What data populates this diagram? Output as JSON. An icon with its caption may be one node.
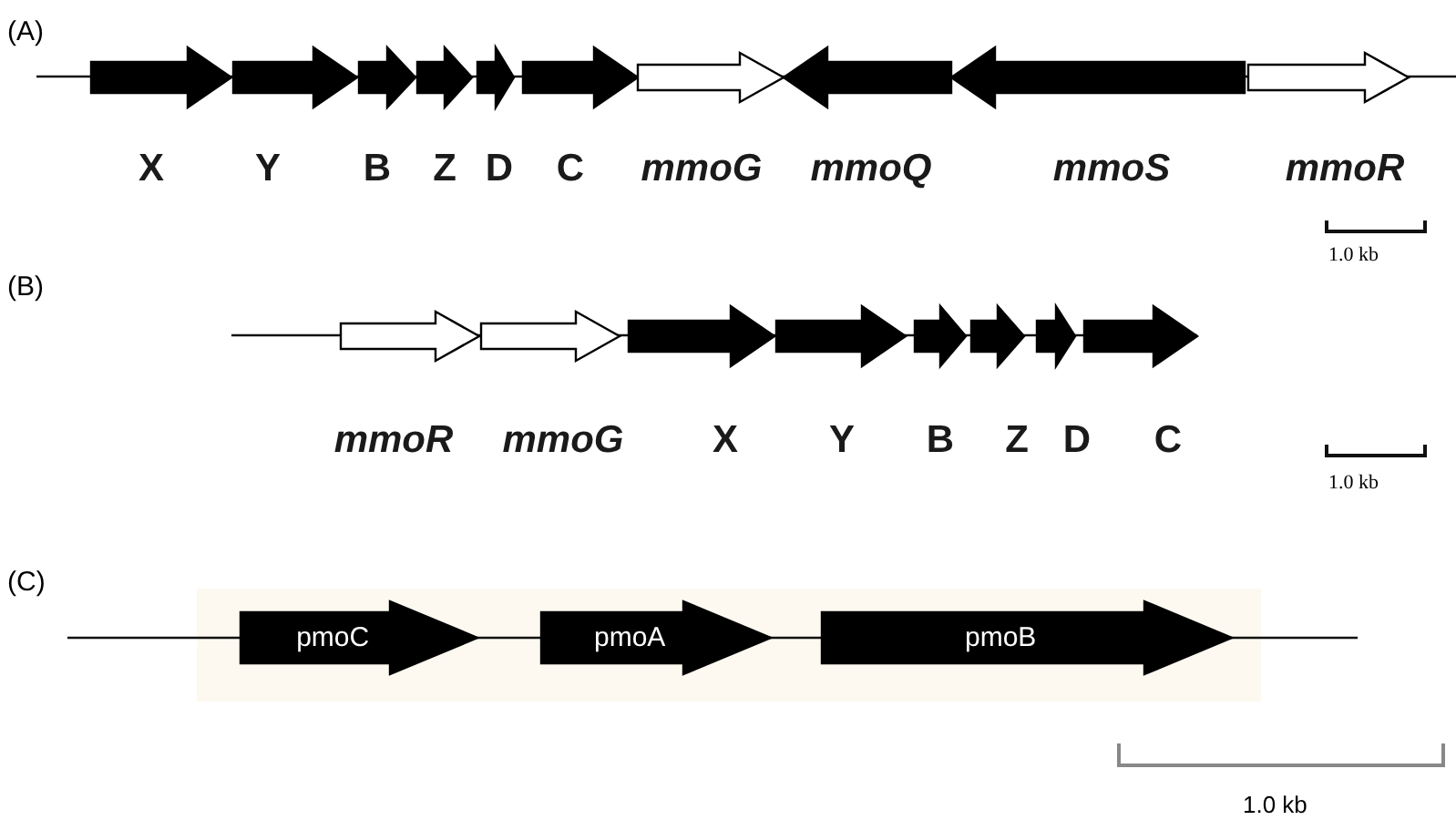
{
  "diagram": {
    "nodes": [
      {
        "text": [
          "X"
        ]
      },
      {
        "text": [
          "Y"
        ]
      },
      {
        "text": [
          "B"
        ]
      },
      {
        "text": [
          "Z"
        ]
      },
      {
        "text": [
          "D"
        ]
      },
      {
        "text": [
          "C"
        ]
      },
      {
        "text": [
          "mmoG"
        ]
      },
      {
        "text": [
          "mmoQ"
        ]
      },
      {
        "text": [
          "mmoS"
        ]
      },
      {
        "text": [
          "mmoR"
        ]
      },
      {
        "text": [
          "mmoR"
        ]
      },
      {
        "text": [
          "mmoG"
        ]
      },
      {
        "text": [
          "X"
        ]
      },
      {
        "text": [
          "Y"
        ]
      },
      {
        "text": [
          "B"
        ]
      },
      {
        "text": [
          "Z"
        ]
      },
      {
        "text": [
          "D"
        ]
      },
      {
        "text": [
          "C"
        ]
      },
      {
        "text": [
          "pmoC"
        ]
      },
      {
        "text": [
          "pmoA"
        ]
      },
      {
        "text": [
          "pmoB"
        ]
      }
    ],
    "labels": [
      "(A)",
      "(B)",
      "1.0 kb",
      "1.0 kb",
      "(C)",
      "1.0 kb"
    ]
  }
}
